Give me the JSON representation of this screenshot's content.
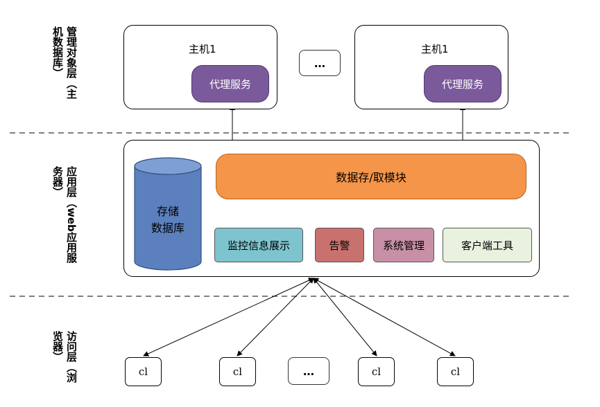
{
  "layers": {
    "managed": "管理对象层（主机数据库）",
    "app": "应用层（web应用服务器）",
    "access": "访问层（浏览器）"
  },
  "hosts": {
    "left_title": "主机1",
    "right_title": "主机1",
    "agent_left": "代理服务",
    "agent_right": "代理服务",
    "middle_dots": "…"
  },
  "app": {
    "storage_line1": "存储",
    "storage_line2": "数据库",
    "data_module": "数据存/取模块",
    "modules": {
      "monitor": "监控信息展示",
      "alarm": "告警",
      "sysmgmt": "系统管理",
      "client_tool": "客户端工具"
    }
  },
  "access": {
    "client1": "cl",
    "client2": "cl",
    "dots": "…",
    "client3": "cl",
    "client4": "cl"
  },
  "colors": {
    "agent": "#7b5a9c",
    "data_module": "#f4954a",
    "storage_db": "#5b80bd",
    "monitor": "#7ec4cf",
    "alarm": "#c8716e",
    "sysmgmt": "#c790a6",
    "client_tool": "#e9f2df"
  }
}
